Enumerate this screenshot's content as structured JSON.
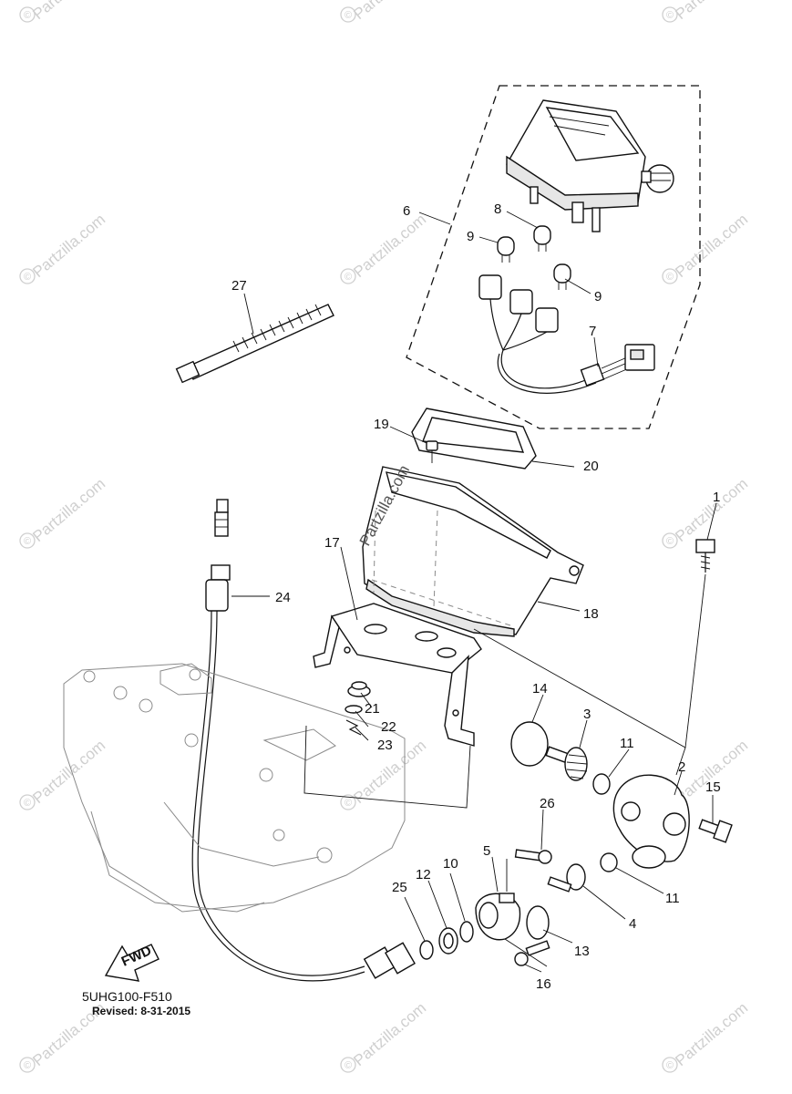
{
  "diagram": {
    "drawing_code": "5UHG100-F510",
    "revised": "Revised: 8-31-2015",
    "fwd_label": "FWD",
    "watermark": "Partzilla.com",
    "watermark_center": "Partzilla.com",
    "callouts": [
      {
        "id": "1",
        "label": "1"
      },
      {
        "id": "2",
        "label": "2"
      },
      {
        "id": "3",
        "label": "3"
      },
      {
        "id": "4",
        "label": "4"
      },
      {
        "id": "5",
        "label": "5"
      },
      {
        "id": "6",
        "label": "6"
      },
      {
        "id": "7",
        "label": "7"
      },
      {
        "id": "8",
        "label": "8"
      },
      {
        "id": "9a",
        "label": "9"
      },
      {
        "id": "9b",
        "label": "9"
      },
      {
        "id": "10",
        "label": "10"
      },
      {
        "id": "11a",
        "label": "11"
      },
      {
        "id": "11b",
        "label": "11"
      },
      {
        "id": "12",
        "label": "12"
      },
      {
        "id": "13",
        "label": "13"
      },
      {
        "id": "14",
        "label": "14"
      },
      {
        "id": "15",
        "label": "15"
      },
      {
        "id": "16",
        "label": "16"
      },
      {
        "id": "17",
        "label": "17"
      },
      {
        "id": "18",
        "label": "18"
      },
      {
        "id": "19",
        "label": "19"
      },
      {
        "id": "20",
        "label": "20"
      },
      {
        "id": "21",
        "label": "21"
      },
      {
        "id": "22",
        "label": "22"
      },
      {
        "id": "23",
        "label": "23"
      },
      {
        "id": "24",
        "label": "24"
      },
      {
        "id": "25",
        "label": "25"
      },
      {
        "id": "26",
        "label": "26"
      },
      {
        "id": "27",
        "label": "27"
      }
    ]
  }
}
